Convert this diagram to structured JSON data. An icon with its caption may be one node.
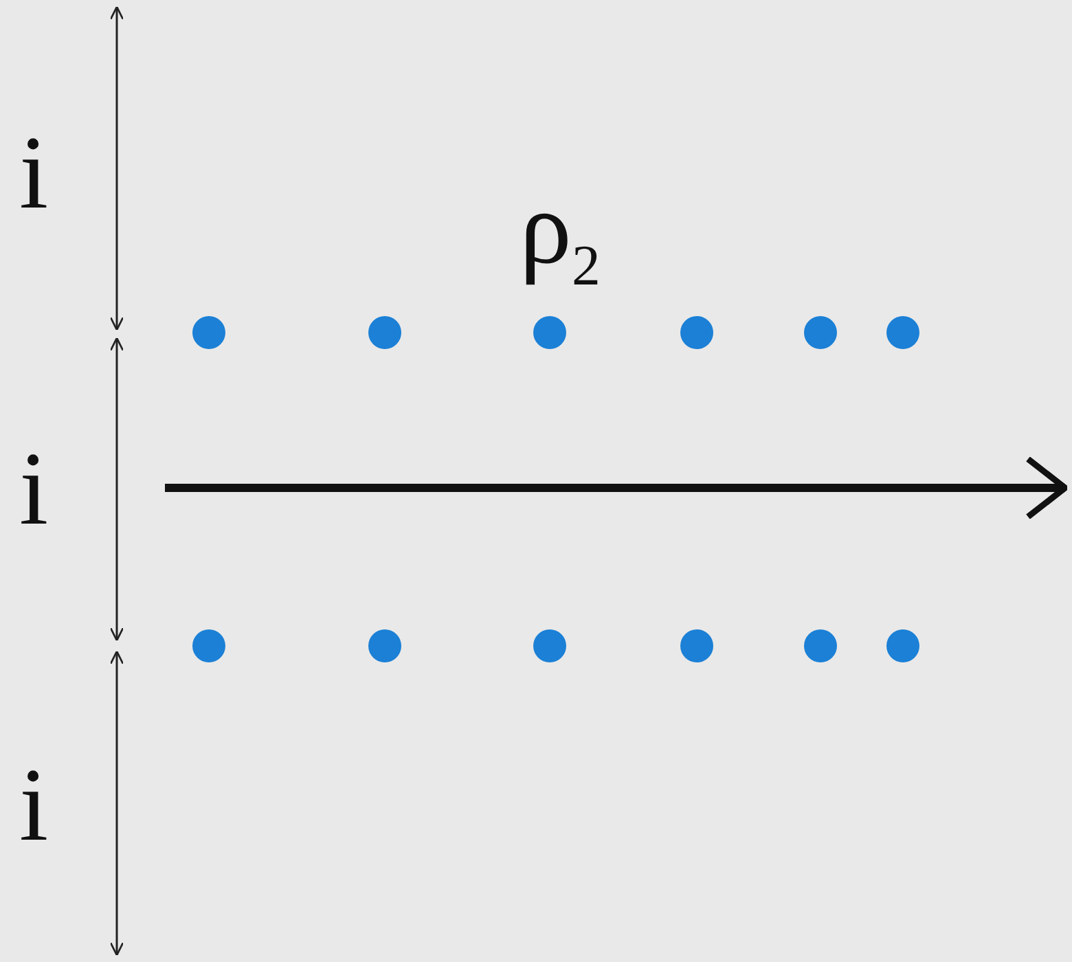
{
  "diagram": {
    "labels": [
      "i",
      "ρ$_{2}$",
      "i",
      "i"
    ]
  }
}
